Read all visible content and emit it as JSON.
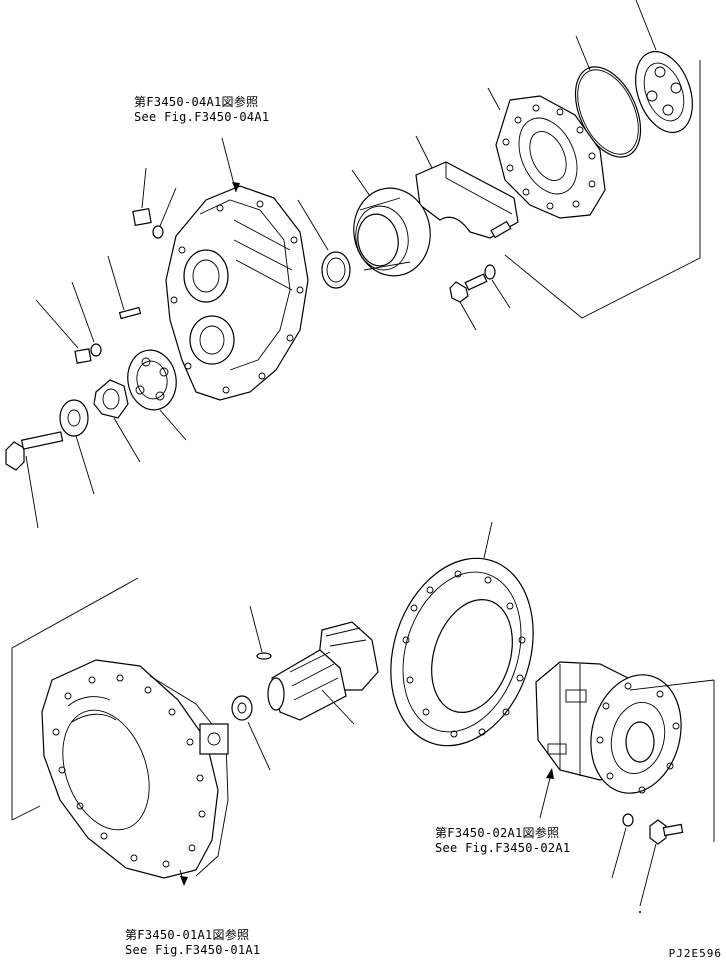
{
  "references": {
    "top": {
      "jp": "第F3450-04A1図参照",
      "en": "See Fig.F3450-04A1"
    },
    "mid": {
      "jp": "第F3450-02A1図参照",
      "en": "See Fig.F3450-02A1"
    },
    "bottom": {
      "jp": "第F3450-01A1図参照",
      "en": "See Fig.F3450-01A1"
    }
  },
  "drawing_code": "PJ2E596"
}
